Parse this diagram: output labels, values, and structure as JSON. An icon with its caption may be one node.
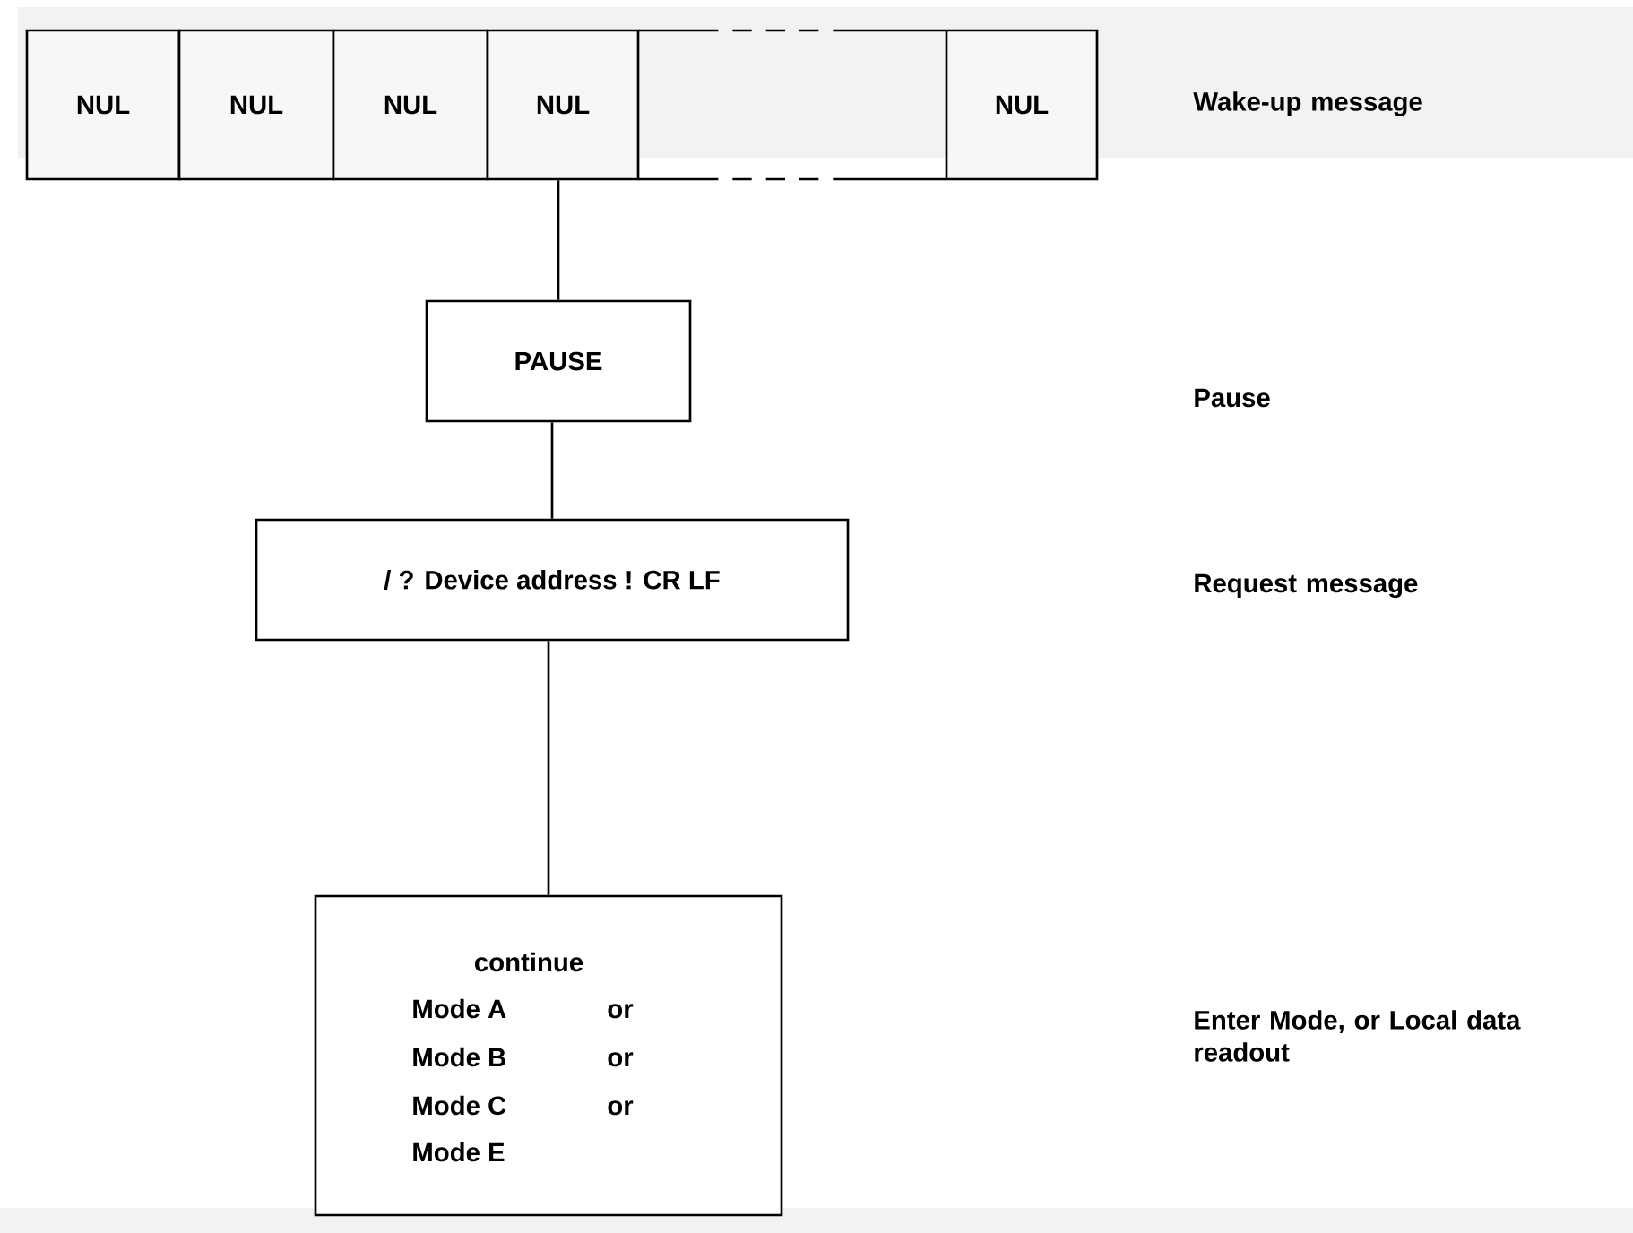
{
  "diagram": {
    "nodes": [
      {
        "text": [
          "NUL"
        ]
      },
      {
        "text": [
          "NUL"
        ]
      },
      {
        "text": [
          "NUL"
        ]
      },
      {
        "text": [
          "NUL"
        ]
      },
      {
        "text": [],
        "shape": "box"
      },
      {
        "text": [
          "NUL"
        ]
      },
      {
        "text": [
          "PAUSE"
        ]
      },
      {
        "text": [
          "/ ? Device address ! CR  LF"
        ]
      },
      {
        "text": [
          "continue",
          "Mode A",
          "or",
          "Mode B",
          "or",
          "Mode C",
          "or",
          "Mode E"
        ]
      }
    ],
    "edges": [
      {
        "from": 3,
        "to": 6,
        "arrow": "none"
      },
      {
        "from": 6,
        "to": 7,
        "arrow": "none"
      },
      {
        "from": 7,
        "to": 8,
        "arrow": "none"
      }
    ],
    "labels": [
      "Wake-up message",
      "Pause",
      "Request message",
      "Enter Mode, or Local data readout"
    ]
  }
}
